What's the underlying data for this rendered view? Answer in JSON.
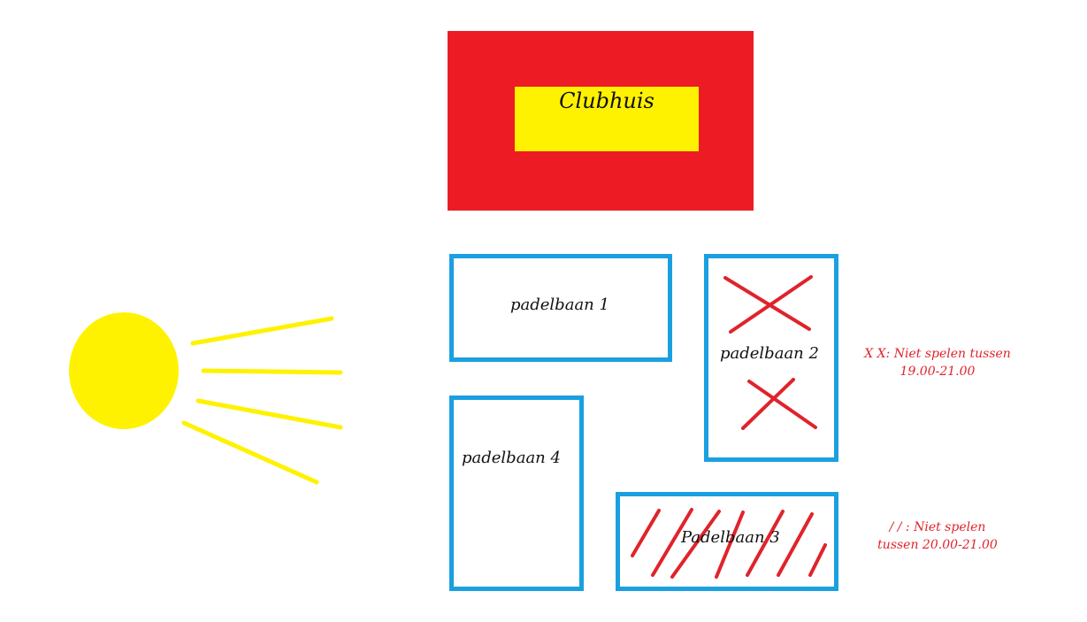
{
  "clubhouse": {
    "label": "Clubhuis"
  },
  "courts": {
    "court1": {
      "label": "padelbaan 1"
    },
    "court2": {
      "label": "padelbaan 2"
    },
    "court3": {
      "label": "Padelbaan 3"
    },
    "court4": {
      "label": "padelbaan 4"
    }
  },
  "legend": {
    "cross_line1": "X X: Niet spelen tussen",
    "cross_line2": "19.00-21.00",
    "slash_line1": "/ / : Niet spelen",
    "slash_line2": "tussen 20.00-21.00"
  },
  "colors": {
    "clubhouse_outer": "#ed1c24",
    "clubhouse_inner": "#fff200",
    "court_border": "#1aa0e0",
    "mark": "#e0232b",
    "sun": "#fff200"
  },
  "icons": {
    "sun": "sun-icon"
  }
}
